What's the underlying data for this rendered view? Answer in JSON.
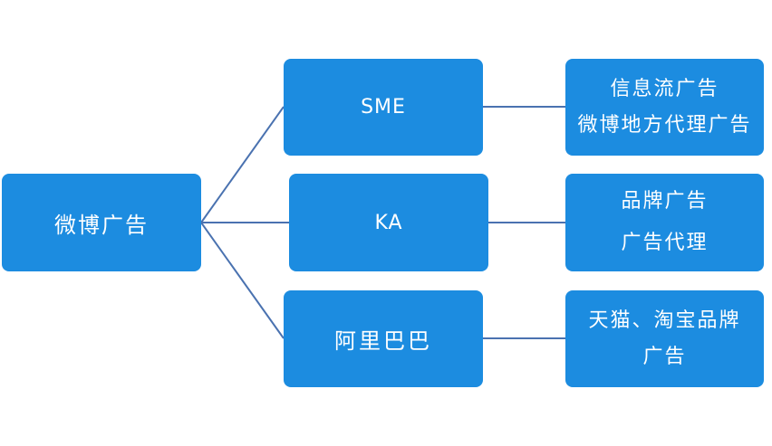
{
  "diagram": {
    "root": {
      "label": "微博广告"
    },
    "branches": [
      {
        "label": "SME",
        "details": [
          "信息流广告",
          "微博地方代理广告"
        ]
      },
      {
        "label": "KA",
        "details": [
          "品牌广告",
          "广告代理"
        ]
      },
      {
        "label": "阿里巴巴",
        "details": [
          "天猫、淘宝品牌",
          "广告"
        ]
      }
    ]
  },
  "colors": {
    "node_fill": "#1c8ce0",
    "connector": "#4a72b0",
    "text": "#ffffff"
  }
}
